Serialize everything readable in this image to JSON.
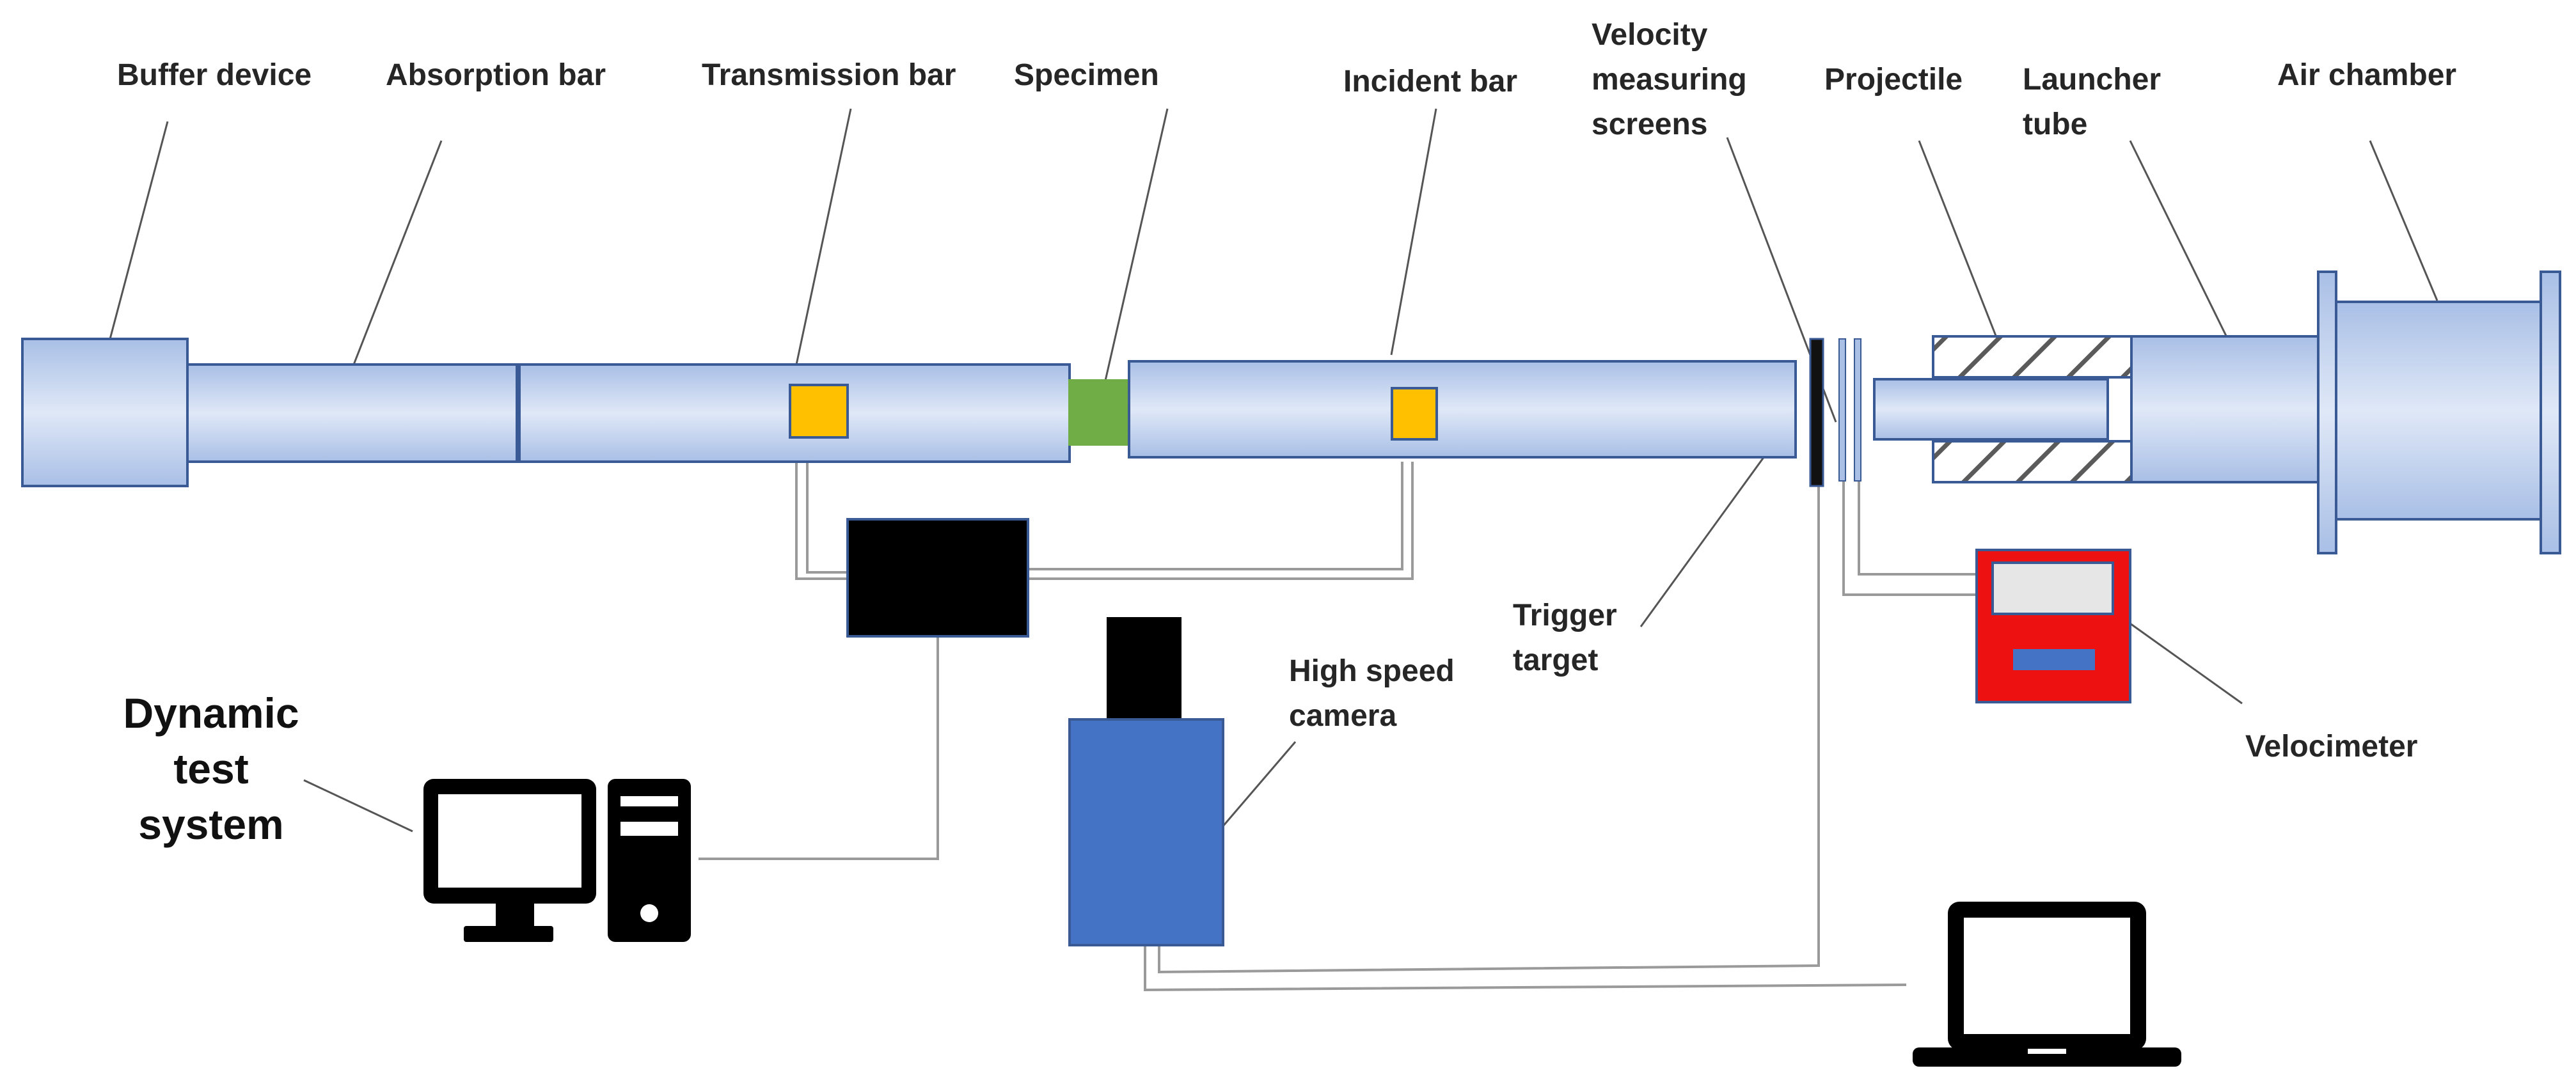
{
  "labels": {
    "buffer_device": "Buffer device",
    "absorption_bar": "Absorption bar",
    "transmission_bar": "Transmission bar",
    "specimen": "Specimen",
    "incident_bar": "Incident bar",
    "velocity_screens": [
      "Velocity",
      "measuring",
      "screens"
    ],
    "projectile": "Projectile",
    "launcher_tube": [
      "Launcher",
      "tube"
    ],
    "air_chamber": "Air chamber",
    "trigger_target": [
      "Trigger",
      "target"
    ],
    "high_speed_camera": [
      "High speed",
      "camera"
    ],
    "velocimeter": "Velocimeter",
    "dynamic_test_system": [
      "Dynamic",
      "test",
      "system"
    ]
  },
  "colors": {
    "bar_fill_light": "#dfe8f7",
    "bar_fill_dark": "#a9bfe6",
    "bar_stroke": "#3a5a96",
    "strain_gauge": "#ffc000",
    "specimen": "#70ad47",
    "camera": "#4472c4",
    "velocimeter_body": "#ee1111",
    "velocimeter_screen": "#e6e6e6",
    "velocimeter_button": "#4472c4",
    "amplifier": "#000000",
    "wire": "#9a9a9a",
    "leader": "#555555"
  },
  "icons": {
    "desktop": "desktop-computer-icon",
    "laptop": "laptop-icon"
  }
}
